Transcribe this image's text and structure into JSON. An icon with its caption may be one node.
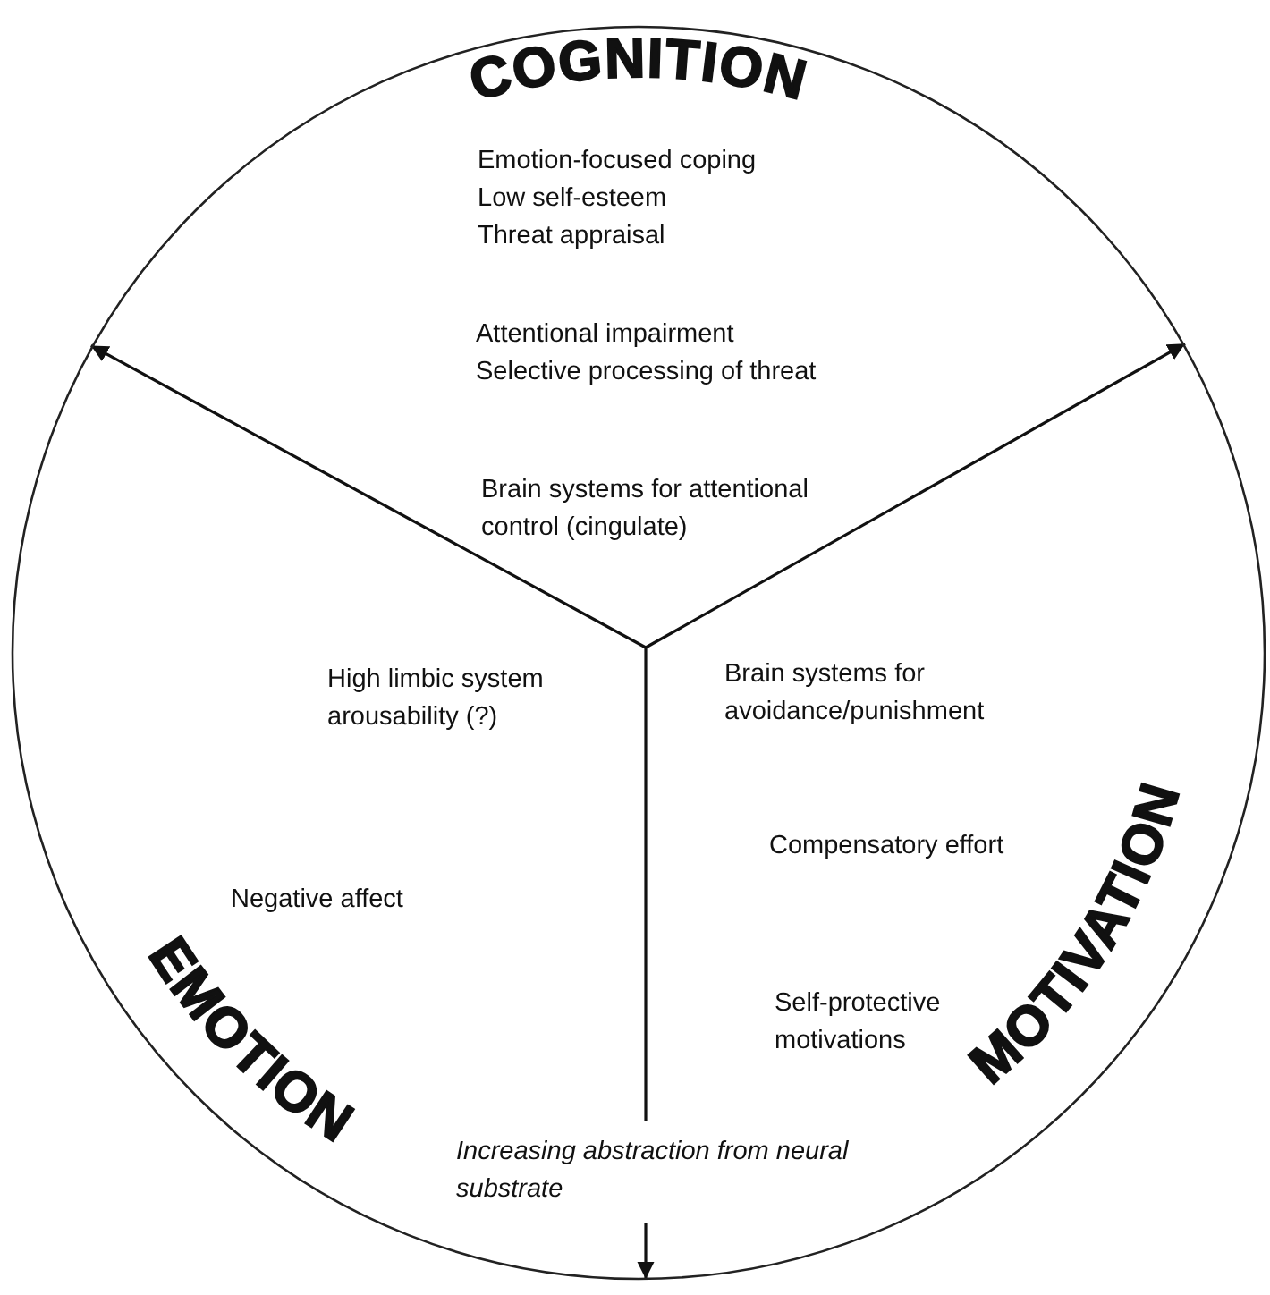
{
  "diagram": {
    "nodes": [
      {
        "text": [
          "COGNITION",
          "Emotion-focused coping",
          "Low self-esteem",
          "Threat appraisal",
          "Attentional impairment",
          "Selective processing of threat",
          "Brain systems for attentional control (cingulate)",
          "High limbic system arousability (?)",
          "Brain systems for avoidance/punishment",
          "Compensatory effort",
          "Negative affect",
          "Self-protective motivations",
          "EMOTION",
          "Increasing abstraction from neural substrate",
          "MOTIVATION"
        ]
      }
    ]
  }
}
